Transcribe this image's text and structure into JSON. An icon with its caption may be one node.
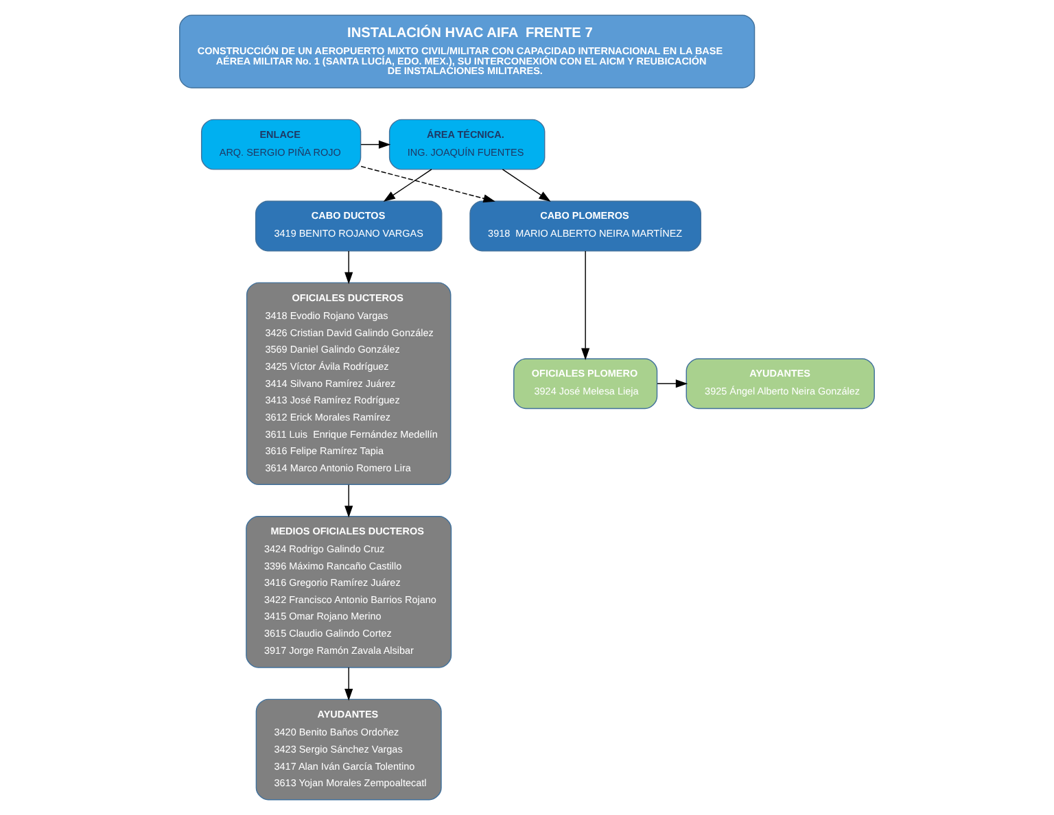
{
  "diagram": {
    "nodes": [
      {
        "text": [
          "INSTALACIÓN HVAC AIFA  FRENTE 7",
          "CONSTRUCCIÓN DE UN AEROPUERTO MIXTO CIVIL/MILITAR CON CAPACIDAD INTERNACIONAL EN LA BASE AÉREA MILITAR No. 1 (SANTA LUCÍA, EDO. MEX.), SU INTERCONEXIÓN CON EL AICM Y REUBICACIÓN DE INSTALACIONES MILITARES."
        ]
      },
      {
        "text": [
          "ÁREA TÉCNICA.",
          "ING. JOAQUÍN FUENTES"
        ]
      },
      {
        "text": [
          "ENLACE",
          "ARQ. SERGIO PIÑA ROJO"
        ]
      },
      {
        "text": [
          "CABO DUCTOS",
          "3419 BENITO ROJANO VARGAS"
        ]
      },
      {
        "text": [
          "CABO PLOMEROS",
          "3918  MARIO ALBERTO NEIRA MARTÍNEZ"
        ]
      },
      {
        "text": [
          "OFICIALES DUCTEROS",
          "3418 Evodio Rojano Vargas",
          "3426 Cristian David Galindo González",
          "3569 Daniel Galindo González",
          "3425 Víctor Ávila Rodríguez",
          "3414 Silvano Ramírez Juárez",
          "3413 José Ramírez Rodríguez",
          "3612 Erick Morales Ramírez",
          "3611 Luis  Enrique Fernández Medellín",
          "3616 Felipe Ramírez Tapia",
          "3614 Marco Antonio Romero Lira"
        ]
      },
      {
        "text": [
          "OFICIALES PLOMERO",
          "3924 José Melesa Lieja"
        ]
      },
      {
        "text": [
          "AYUDANTES",
          "3925 Ángel Alberto Neira González"
        ]
      },
      {
        "text": [
          "MEDIOS OFICIALES DUCTEROS",
          "3424 Rodrigo Galindo Cruz",
          "3396 Máximo Rancaño Castillo",
          "3416 Gregorio Ramírez Juárez",
          "3422 Francisco Antonio Barrios Rojano",
          "3415 Omar Rojano Merino",
          "3615 Claudio Galindo Cortez",
          "3917 Jorge Ramón Zavala Alsibar"
        ]
      },
      {
        "text": [
          "AYUDANTES",
          "3420 Benito Baños Ordoñez",
          "3423 Sergio Sánchez Vargas",
          "3417 Alan Iván García Tolentino",
          "3613 Yojan Morales Zempoaltecatl"
        ]
      }
    ],
    "edges": [
      {
        "from": 2,
        "to": 1,
        "arrow": "to"
      },
      {
        "from": 1,
        "to": 3,
        "arrow": "to"
      },
      {
        "from": 1,
        "to": 4,
        "arrow": "to"
      },
      {
        "from": 2,
        "to": 4,
        "arrow": "to",
        "style": "dashed"
      },
      {
        "from": 3,
        "to": 5,
        "arrow": "to"
      },
      {
        "from": 4,
        "to": 6,
        "arrow": "to"
      },
      {
        "from": 6,
        "to": 7,
        "arrow": "to"
      },
      {
        "from": 5,
        "to": 8,
        "arrow": "to"
      },
      {
        "from": 8,
        "to": 9,
        "arrow": "to"
      }
    ]
  }
}
